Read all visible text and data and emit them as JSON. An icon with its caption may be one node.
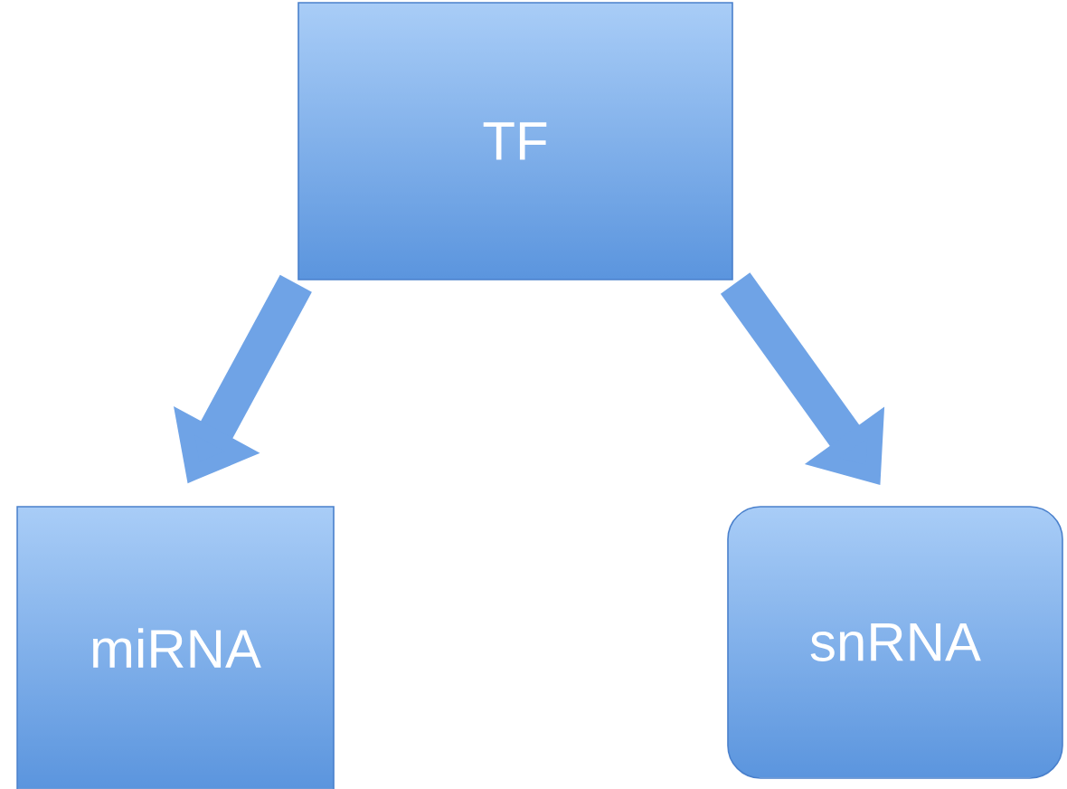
{
  "diagram": {
    "nodes": [
      {
        "text": [
          "TF"
        ]
      },
      {
        "text": [
          "miRNA"
        ]
      },
      {
        "text": [
          "snRNA"
        ]
      }
    ],
    "edges": [
      {
        "from": 0,
        "to": 1,
        "arrow": "to"
      },
      {
        "from": 0,
        "to": 2,
        "arrow": "to"
      }
    ]
  }
}
